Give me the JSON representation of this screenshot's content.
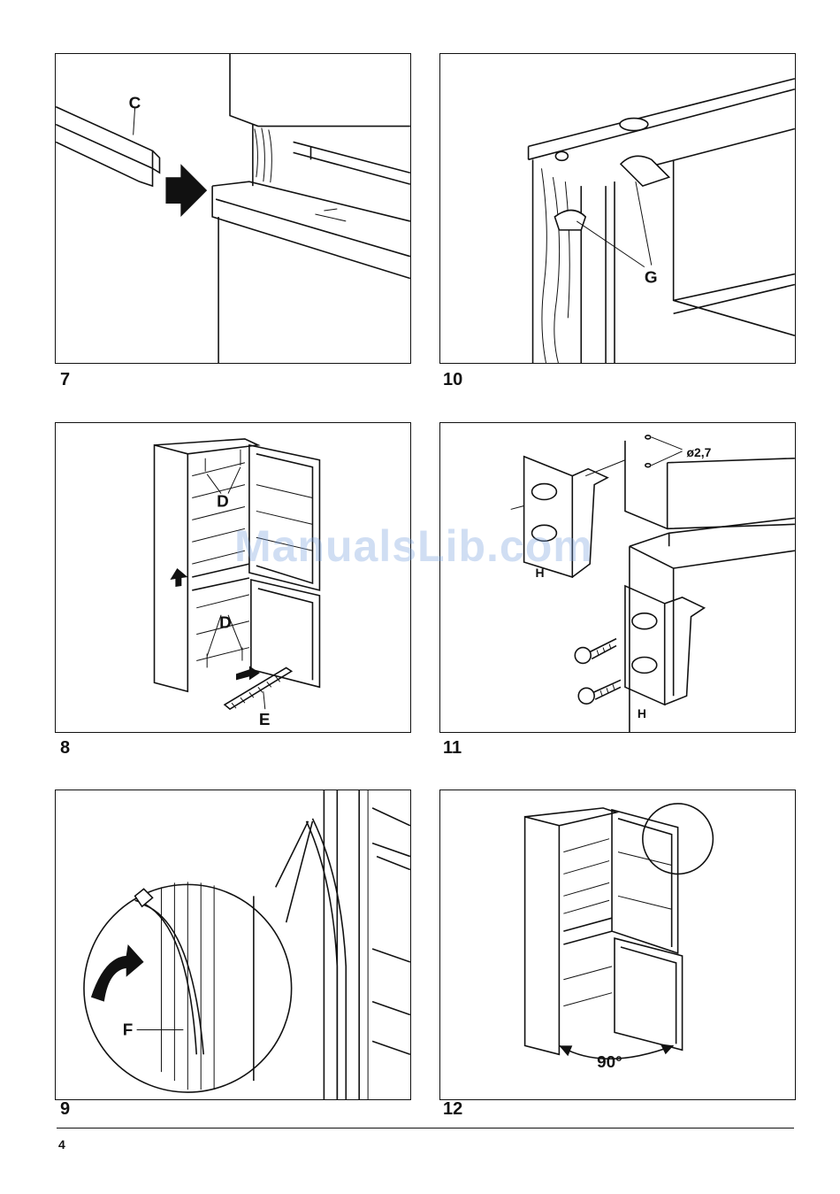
{
  "figures": [
    {
      "number": "7",
      "labels": [
        "C"
      ]
    },
    {
      "number": "10",
      "labels": [
        "G"
      ]
    },
    {
      "number": "8",
      "labels": [
        "D",
        "D",
        "E"
      ]
    },
    {
      "number": "11",
      "labels": [
        "ø2,7",
        "H",
        "H"
      ]
    },
    {
      "number": "9",
      "labels": [
        "F"
      ]
    },
    {
      "number": "12",
      "labels": [
        "90°"
      ]
    }
  ],
  "watermark": "ManualsLib.com",
  "page_number": "4"
}
